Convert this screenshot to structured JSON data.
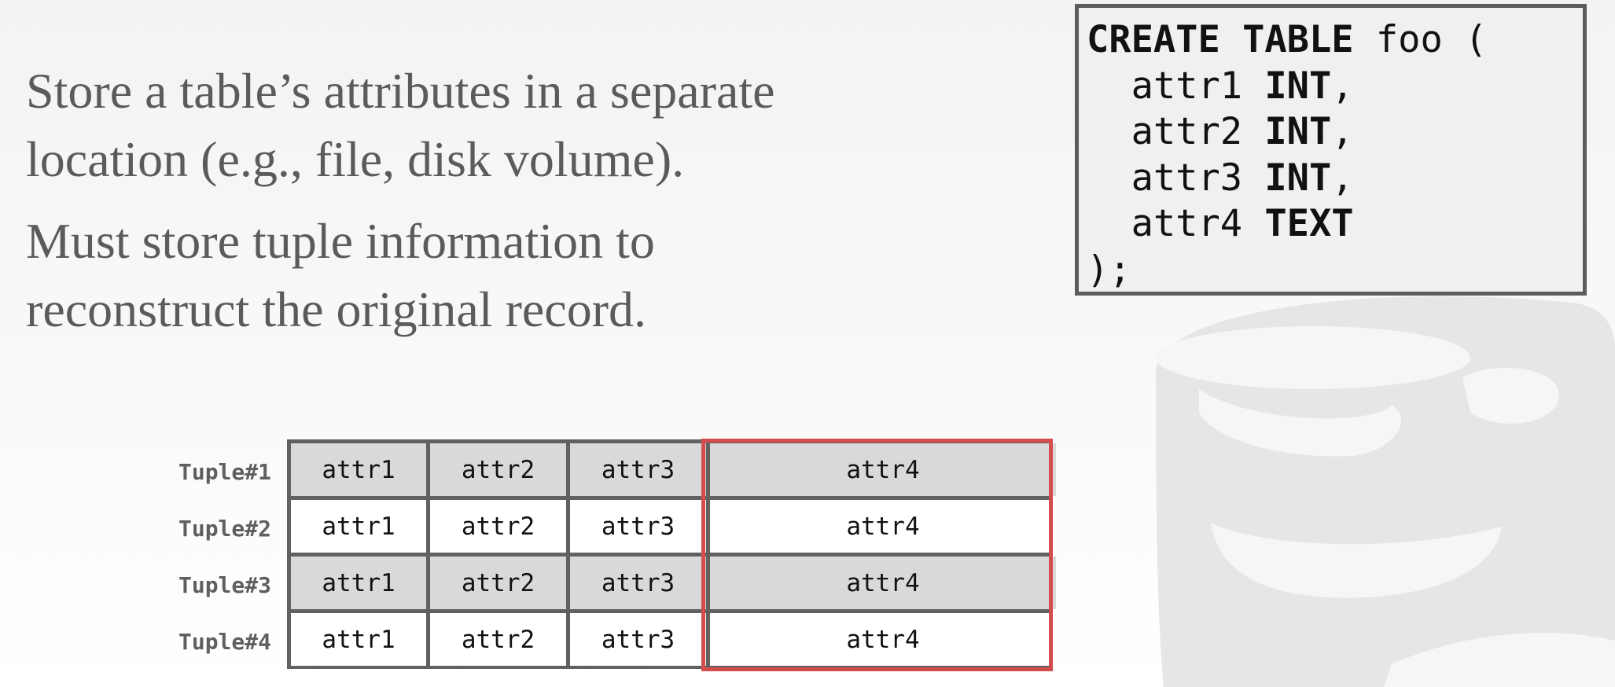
{
  "text": {
    "bullets": [
      {
        "line1": "Store a table’s attributes in a separate",
        "line2": "location (e.g., file, disk volume)."
      },
      {
        "line1": "Must store tuple information to",
        "line2": "reconstruct the original record."
      }
    ]
  },
  "code": {
    "lines": [
      [
        {
          "t": "CREATE TABLE",
          "b": true
        },
        {
          "t": " foo (",
          "b": false
        }
      ],
      [
        {
          "t": "  attr1 ",
          "b": false
        },
        {
          "t": "INT",
          "b": true
        },
        {
          "t": ",",
          "b": false
        }
      ],
      [
        {
          "t": "  attr2 ",
          "b": false
        },
        {
          "t": "INT",
          "b": true
        },
        {
          "t": ",",
          "b": false
        }
      ],
      [
        {
          "t": "  attr3 ",
          "b": false
        },
        {
          "t": "INT",
          "b": true
        },
        {
          "t": ",",
          "b": false
        }
      ],
      [
        {
          "t": "  attr4 ",
          "b": false
        },
        {
          "t": "TEXT",
          "b": true
        }
      ],
      [
        {
          "t": ");",
          "b": false
        }
      ]
    ]
  },
  "table": {
    "rows": [
      {
        "label": "Tuple#1",
        "cells": [
          "attr1",
          "attr2",
          "attr3",
          "attr4"
        ]
      },
      {
        "label": "Tuple#2",
        "cells": [
          "attr1",
          "attr2",
          "attr3",
          "attr4"
        ]
      },
      {
        "label": "Tuple#3",
        "cells": [
          "attr1",
          "attr2",
          "attr3",
          "attr4"
        ]
      },
      {
        "label": "Tuple#4",
        "cells": [
          "attr1",
          "attr2",
          "attr3",
          "attr4"
        ]
      }
    ],
    "highlighted_column": "attr4",
    "highlight_color": "#d54c4c"
  },
  "colors": {
    "text": "#5b5b5b",
    "grid_border": "#616161",
    "row_gray": "#d9d9d9",
    "row_white": "#ffffff",
    "watermark": "#e6e6e6"
  },
  "icons": {
    "watermark": "database-logo-icon"
  }
}
